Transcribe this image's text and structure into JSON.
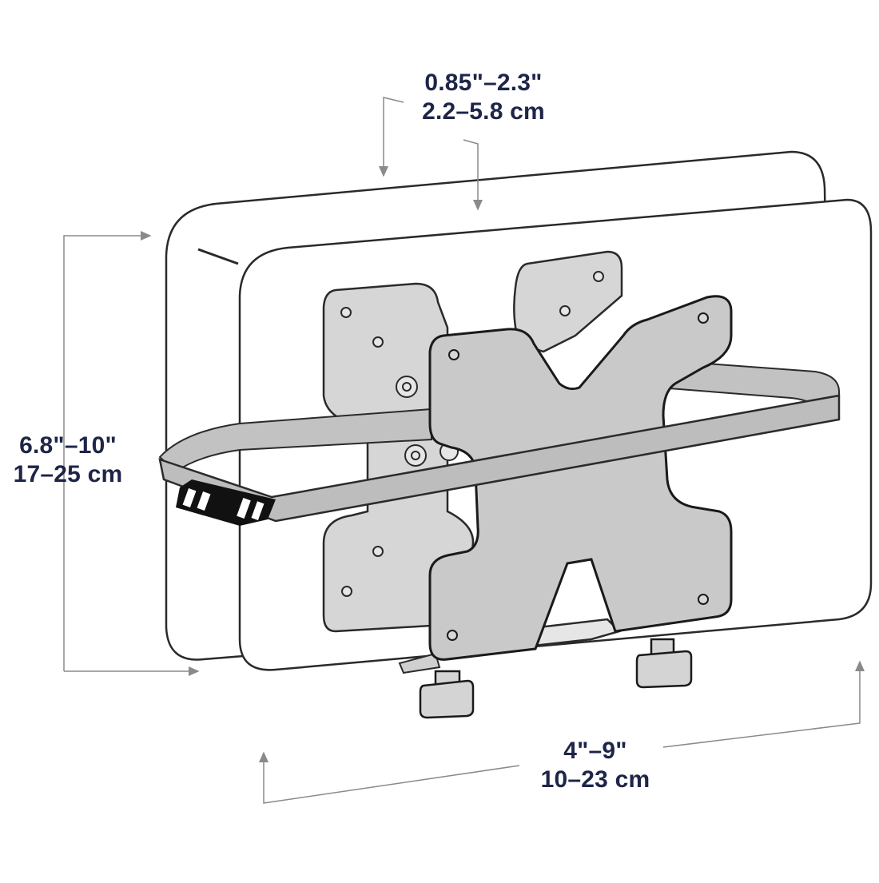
{
  "diagram": {
    "subject": "mini PC / thin client mounting bracket with strap",
    "colors": {
      "label_text": "#1e2548",
      "outline": "#1a1a1a",
      "bracket_fill": "#c9c9c9",
      "back_plate_fill": "#d6d6d6",
      "strap_fill": "#bdbdbd",
      "buckle_fill": "#111111",
      "dimension_line": "#8a8a8a",
      "device_fill": "#ffffff"
    },
    "dimensions": {
      "depth": {
        "imperial": "0.85\"–2.3\"",
        "metric": "2.2–5.8 cm"
      },
      "height": {
        "imperial": "6.8\"–10\"",
        "metric": "17–25 cm"
      },
      "width": {
        "imperial": "4\"–9\"",
        "metric": "10–23 cm"
      }
    }
  }
}
